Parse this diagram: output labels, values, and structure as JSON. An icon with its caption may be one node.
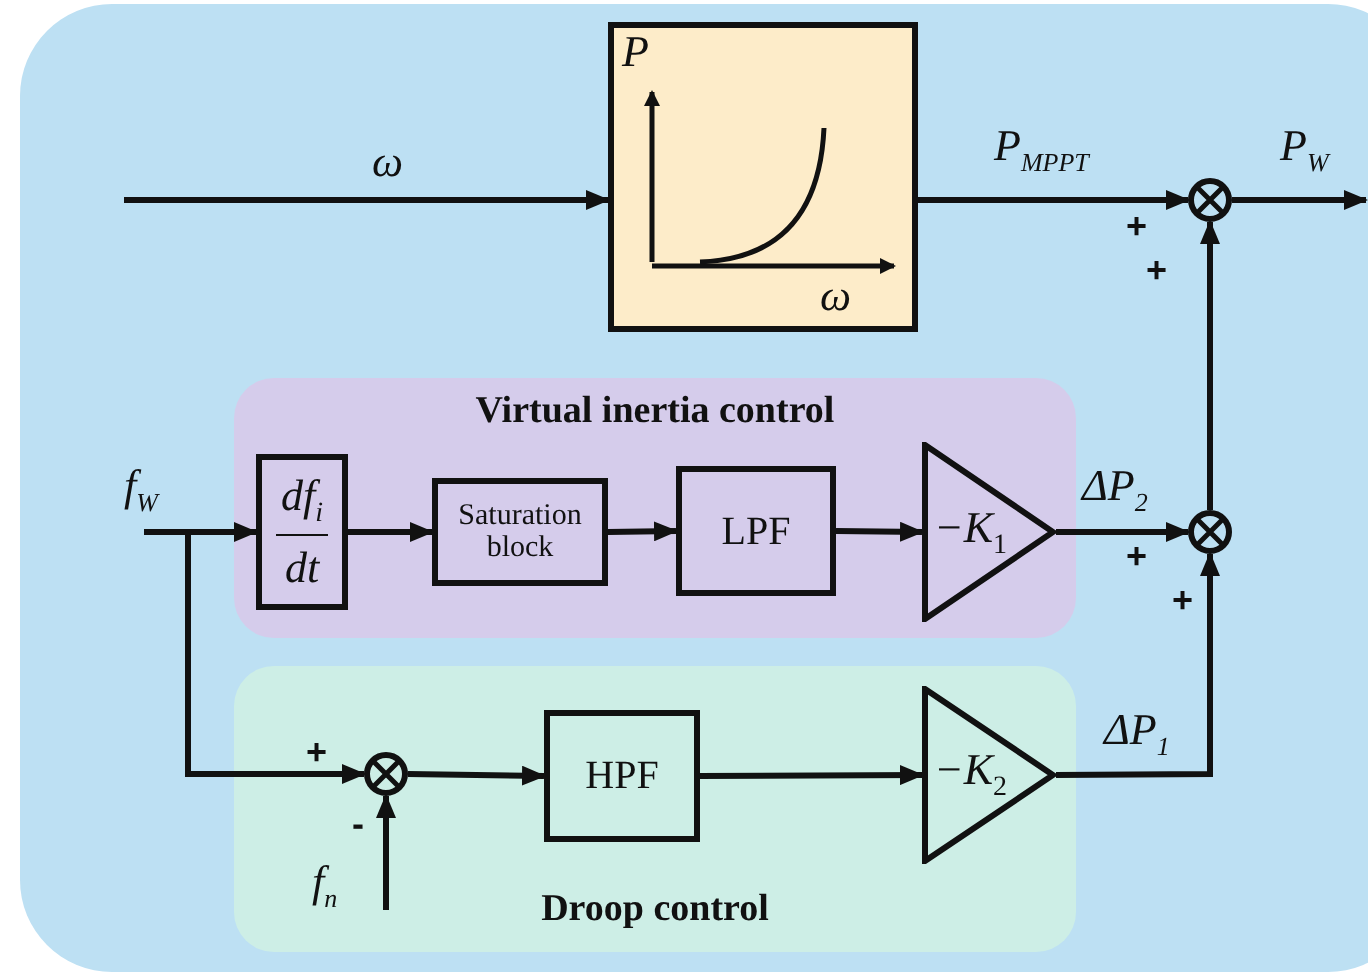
{
  "diagram": {
    "nodes": [
      {
        "text": [
          "P",
          "ω"
        ]
      },
      {
        "text": [],
        "shape": "circle"
      },
      {
        "text": [
          "Virtual inertia control"
        ]
      },
      {
        "text": [
          "df$_{i}$",
          "dt"
        ],
        "in": 2
      },
      {
        "text": [
          "Saturation block"
        ],
        "in": 2
      },
      {
        "text": [
          "LPF"
        ],
        "in": 2
      },
      {
        "text": [
          "−K$_{1}$"
        ],
        "in": 2
      },
      {
        "text": [],
        "shape": "circle"
      },
      {
        "text": [
          "Droop control"
        ]
      },
      {
        "text": [],
        "shape": "circle",
        "in": 8
      },
      {
        "text": [
          "HPF"
        ],
        "in": 8
      },
      {
        "text": [
          "−K$_{2}$"
        ],
        "in": 8
      }
    ],
    "edges": [
      {
        "from": null,
        "to": 0,
        "arrow": "to",
        "label": "ω"
      },
      {
        "from": 0,
        "to": 1,
        "arrow": "to",
        "label": "P$_{MPPT}$"
      },
      {
        "from": 1,
        "to": null,
        "arrow": "to",
        "label": "P$_{W}$"
      },
      {
        "from": null,
        "to": 3,
        "arrow": "to",
        "label": "f$_{W}$"
      },
      {
        "from": 3,
        "to": 4,
        "arrow": "to"
      },
      {
        "from": 4,
        "to": 5,
        "arrow": "to"
      },
      {
        "from": 5,
        "to": 6,
        "arrow": "to"
      },
      {
        "from": 6,
        "to": 7,
        "arrow": "to",
        "label": "ΔP$_{2}$"
      },
      {
        "from": 7,
        "to": 1,
        "arrow": "to"
      },
      {
        "from": null,
        "to": 9,
        "arrow": "to"
      },
      {
        "from": null,
        "to": 9,
        "arrow": "to",
        "label": "f$_{n}$"
      },
      {
        "from": 9,
        "to": 10,
        "arrow": "to"
      },
      {
        "from": 10,
        "to": 11,
        "arrow": "to"
      },
      {
        "from": 11,
        "to": 7,
        "arrow": "to",
        "label": "ΔP$_{1}$"
      }
    ],
    "labels": [
      "+",
      "+",
      "+",
      "+",
      "+",
      "-"
    ]
  }
}
